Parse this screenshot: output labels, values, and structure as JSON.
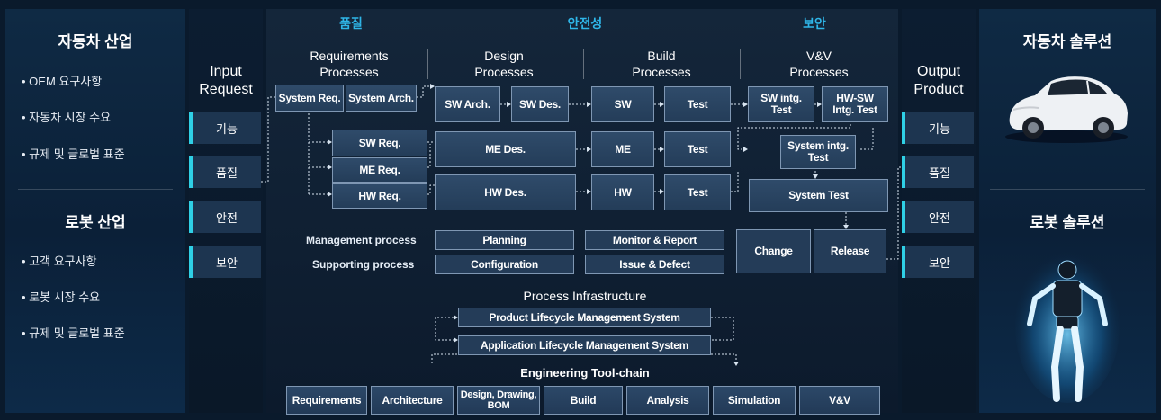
{
  "left_panel": {
    "auto_title": "자동차 산업",
    "auto_items": [
      "• OEM 요구사항",
      "• 자동차 시장 수요",
      "• 규제 및 글로벌 표준"
    ],
    "robot_title": "로봇 산업",
    "robot_items": [
      "• 고객 요구사항",
      "• 로봇 시장 수요",
      "• 규제 및 글로벌 표준"
    ]
  },
  "input": {
    "title_line1": "Input",
    "title_line2": "Request",
    "pills": [
      "기능",
      "품질",
      "안전",
      "보안"
    ]
  },
  "output": {
    "title_line1": "Output",
    "title_line2": "Product",
    "pills": [
      "기능",
      "품질",
      "안전",
      "보안"
    ]
  },
  "right_panel": {
    "auto_title": "자동차 솔루션",
    "robot_title": "로봇 솔루션"
  },
  "tags": {
    "quality": "품질",
    "safety": "안전성",
    "security": "보안"
  },
  "columns": {
    "req_1": "Requirements",
    "req_2": "Processes",
    "design_1": "Design",
    "design_2": "Processes",
    "build_1": "Build",
    "build_2": "Processes",
    "vv_1": "V&V",
    "vv_2": "Processes"
  },
  "boxes": {
    "system_req": "System Req.",
    "system_arch": "System Arch.",
    "sw_req": "SW Req.",
    "me_req": "ME Req.",
    "hw_req": "HW Req.",
    "sw_arch": "SW Arch.",
    "sw_des": "SW Des.",
    "me_des": "ME Des.",
    "hw_des": "HW Des.",
    "sw": "SW",
    "me": "ME",
    "hw": "HW",
    "test": "Test",
    "sw_intg_1": "SW intg.",
    "sw_intg_2": "Test",
    "hwsw_1": "HW-SW",
    "hwsw_2": "Intg. Test",
    "sysintg_1": "System intg.",
    "sysintg_2": "Test",
    "system_test": "System Test",
    "change": "Change",
    "release": "Release"
  },
  "process_rows": {
    "management_label": "Management process",
    "supporting_label": "Supporting process",
    "planning": "Planning",
    "monitor": "Monitor & Report",
    "configuration": "Configuration",
    "issue": "Issue & Defect"
  },
  "infrastructure": {
    "title": "Process Infrastructure",
    "plm": "Product Lifecycle Management System",
    "alm": "Application Lifecycle Management System"
  },
  "toolchain": {
    "title": "Engineering Tool-chain",
    "items": [
      "Requirements",
      "Architecture",
      "Design, Drawing,",
      "BOM",
      "Build",
      "Analysis",
      "Simulation",
      "V&V"
    ]
  },
  "colors": {
    "accent": "#2fb6e8",
    "pill_edge": "#2fd0e6",
    "box_border": "#7f97b3"
  }
}
